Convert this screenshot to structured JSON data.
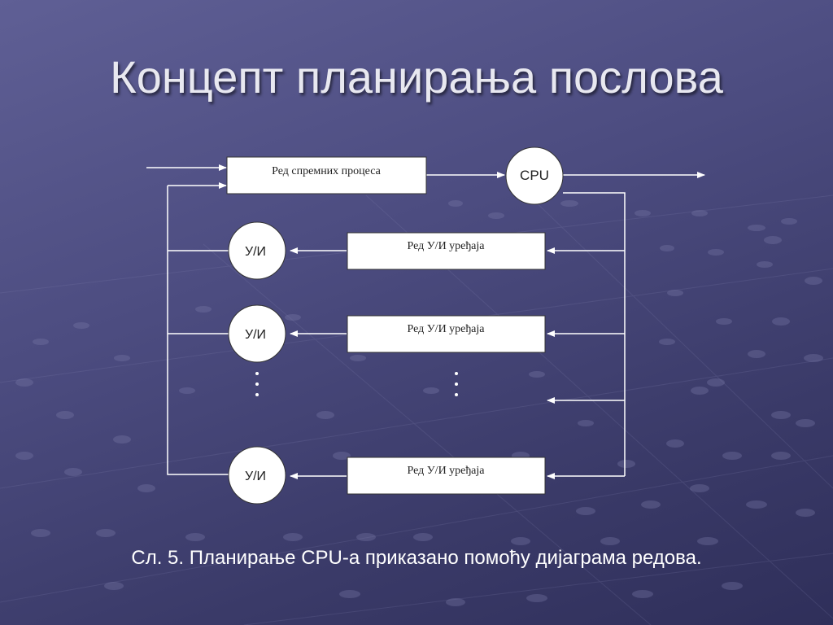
{
  "slide": {
    "title": "Концепт планирања послова",
    "caption": "Сл. 5. Планирање CPU-а приказано помоћу дијаграма редова."
  },
  "diagram": {
    "ready_queue": "Ред спремних процеса",
    "cpu": "CPU",
    "io_device": "У/И",
    "io_queue": "Ред У/И уређаја",
    "ellipsis": "⋮"
  },
  "colors": {
    "background": "#4c4c80",
    "lines": "#ffffff",
    "boxes": "#ffffff"
  }
}
